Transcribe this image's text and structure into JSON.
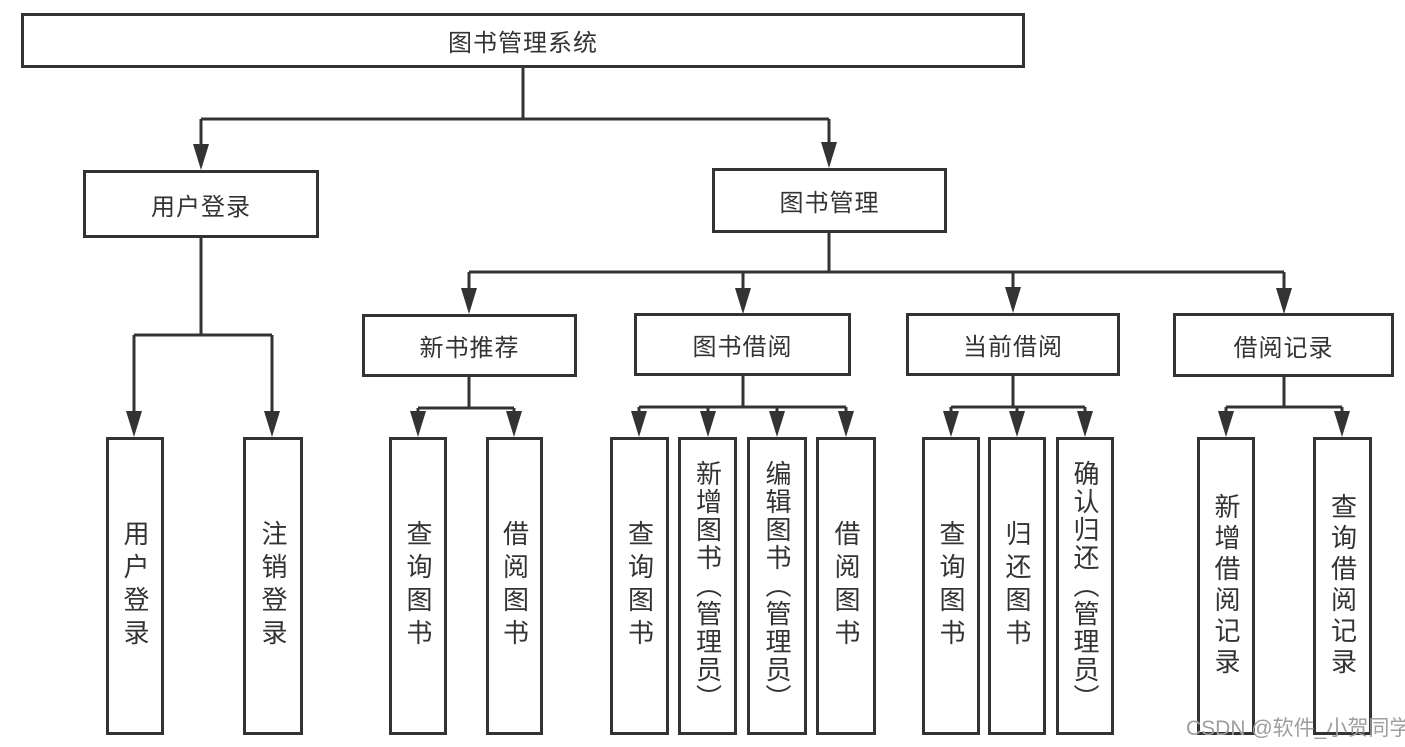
{
  "diagram_title": "图书管理系统",
  "nodes": {
    "root": {
      "label": "图书管理系统"
    },
    "user_login": {
      "label": "用户登录"
    },
    "book_mgmt": {
      "label": "图书管理"
    },
    "new_book_rec": {
      "label": "新书推荐"
    },
    "book_borrow": {
      "label": "图书借阅"
    },
    "current_borrow": {
      "label": "当前借阅"
    },
    "borrow_records": {
      "label": "借阅记录"
    },
    "user_login_leaf": {
      "label": "用户登录"
    },
    "logout_leaf": {
      "label": "注销登录"
    },
    "query_books_rec": {
      "label": "查询图书"
    },
    "borrow_books_rec": {
      "label": "借阅图书"
    },
    "query_books_borrow": {
      "label": "查询图书"
    },
    "add_books": {
      "label": "新增图书（管理员）"
    },
    "edit_books": {
      "label": "编辑图书（管理员）"
    },
    "borrow_books_borrow": {
      "label": "借阅图书"
    },
    "query_books_current": {
      "label": "查询图书"
    },
    "return_books": {
      "label": "归还图书"
    },
    "confirm_return": {
      "label": "确认归还（管理员）"
    },
    "add_borrow_record": {
      "label": "新增借阅记录"
    },
    "query_borrow_record": {
      "label": "查询借阅记录"
    }
  },
  "edges": [
    [
      "root",
      "user_login"
    ],
    [
      "root",
      "book_mgmt"
    ],
    [
      "user_login",
      "user_login_leaf"
    ],
    [
      "user_login",
      "logout_leaf"
    ],
    [
      "book_mgmt",
      "new_book_rec"
    ],
    [
      "book_mgmt",
      "book_borrow"
    ],
    [
      "book_mgmt",
      "current_borrow"
    ],
    [
      "book_mgmt",
      "borrow_records"
    ],
    [
      "new_book_rec",
      "query_books_rec"
    ],
    [
      "new_book_rec",
      "borrow_books_rec"
    ],
    [
      "book_borrow",
      "query_books_borrow"
    ],
    [
      "book_borrow",
      "add_books"
    ],
    [
      "book_borrow",
      "edit_books"
    ],
    [
      "book_borrow",
      "borrow_books_borrow"
    ],
    [
      "current_borrow",
      "query_books_current"
    ],
    [
      "current_borrow",
      "return_books"
    ],
    [
      "current_borrow",
      "confirm_return"
    ],
    [
      "borrow_records",
      "add_borrow_record"
    ],
    [
      "borrow_records",
      "query_borrow_record"
    ]
  ],
  "watermark": {
    "text": "CSDN @软件_小贺同学"
  },
  "colors": {
    "line": "#333333",
    "box_border": "#333333",
    "text": "#333333",
    "watermark": "#9e9e9e",
    "background": "#ffffff"
  }
}
